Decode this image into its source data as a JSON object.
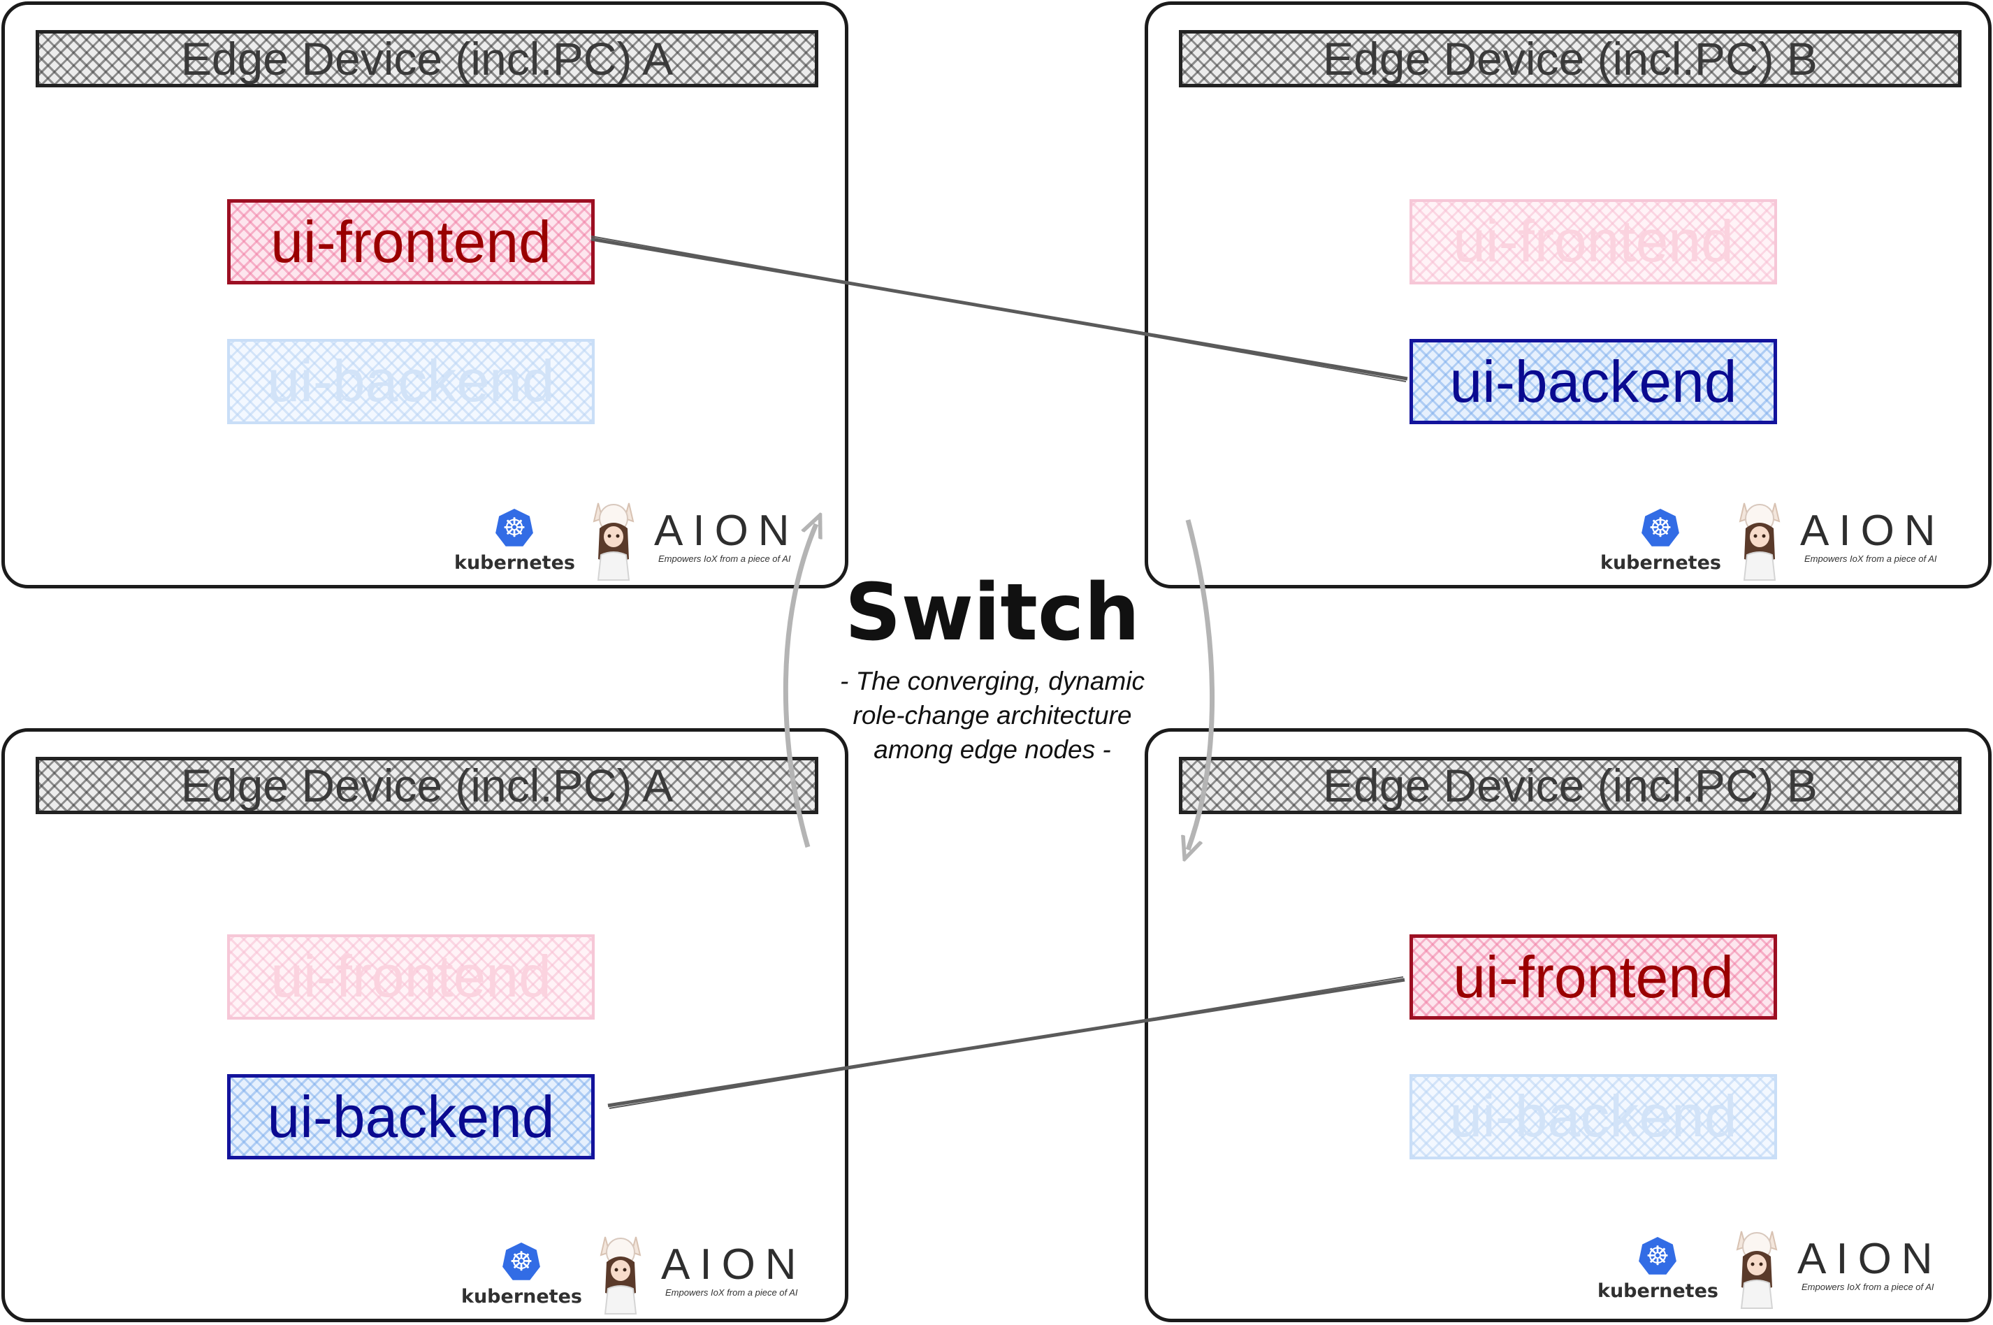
{
  "devices": [
    {
      "id": "top-left",
      "title": "Edge Device (incl.PC) A"
    },
    {
      "id": "top-right",
      "title": "Edge Device (incl.PC) B"
    },
    {
      "id": "bottom-left",
      "title": "Edge Device (incl.PC) A"
    },
    {
      "id": "bottom-right",
      "title": "Edge Device (incl.PC) B"
    }
  ],
  "services": {
    "frontend": "ui-frontend",
    "backend": "ui-backend"
  },
  "switch": {
    "title": "Switch",
    "subtitle_lines": [
      "- The converging, dynamic",
      "role-change architecture",
      "among edge nodes -"
    ]
  },
  "logos": {
    "kubernetes": "kubernetes",
    "aion_wordmark": "AION",
    "aion_tagline": "Empowers IoX from a piece of AI",
    "mascot_icon": "girl-mascot-icon",
    "wheel_icon": "kubernetes-wheel-icon"
  },
  "colors": {
    "frontend": "#9a0000",
    "backend": "#0a0a90",
    "connector": "#5a5a5a",
    "switch_arrow": "#b4b4b4"
  }
}
